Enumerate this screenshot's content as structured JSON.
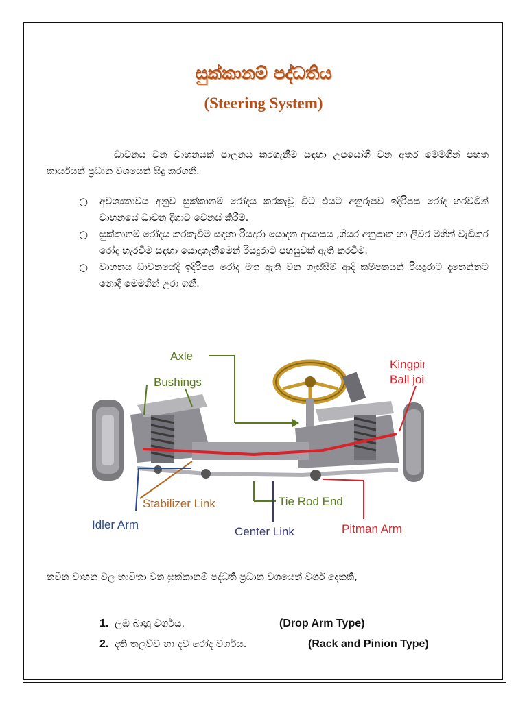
{
  "title_si": "සුක්කානම් පද්ධතිය",
  "title_en": "(Steering System)",
  "intro": "ධාවනය වන වාහනයක් පාලනය කරගැනීම සඳහා උපයෝගී වන අතර මෙමගින් පහත කාර්යයන් ප්‍රධාන වශයෙන් සිදු කරගනී.",
  "bullets": [
    "අවශ්‍යතාවය අනුව සුක්කානම් රෝදය කරකැවූ විට එයට අනුරූපව ඉදිරිපස රෝද හරවමින් වාහනයේ ධාවන දිශාව වෙනස් කිරීම.",
    "සුක්කානම් රෝදය කරකැවීම සඳහා රියදුරා යොදන ආයාසය ,ගියර අනුපාත හා ලීවර මගින් වැඩිකර රෝද හැරවීම සඳහා යොදාගැනීමෙන් රියදුරාට පහසුවක් ඇති කරවීම.",
    "වාහනය ධාවනයේදී ඉදිරිපස රෝද මත ඇති වන ගැස්සීම් ආදි කම්පනයන් රියදුරාට දැනෙන්නට නොදී මෙමගින් උරා ගනී."
  ],
  "bullet_marker": "○",
  "diagram": {
    "labels": {
      "axle": "Axle",
      "bushings": "Bushings",
      "kingpin_1": "Kingpin/",
      "kingpin_2": "Ball joint",
      "stabilizer": "Stabilizer Link",
      "idler": "Idler Arm",
      "tierod": "Tie Rod End",
      "center": "Center Link",
      "pitman": "Pitman Arm"
    },
    "colors": {
      "green": "#5a7a1e",
      "red": "#d8232a",
      "blue": "#2a4a8a",
      "orange": "#b5651d",
      "navy": "#3a3a7a"
    }
  },
  "outro": "නවීන වාහන වල භාවිතා වන සුක්කානම් පද්ධති ප්‍රධාන වශයෙන් වර්ග දෙකකි,",
  "types": [
    {
      "num": "1.",
      "si": "ලඹ බාහු වර්ගය.",
      "en": "(Drop Arm Type)"
    },
    {
      "num": "2.",
      "si": "දැති තලව්ව හා දව රෝද වර්ගය.",
      "en": "(Rack and Pinion Type)"
    }
  ]
}
